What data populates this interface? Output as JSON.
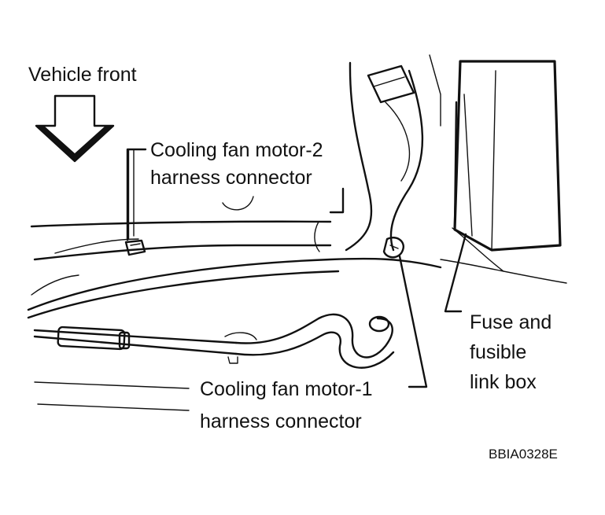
{
  "labels": {
    "vehicle_front": "Vehicle front",
    "motor2_line1": "Cooling fan motor-2",
    "motor2_line2": "harness connector",
    "motor1_line1": "Cooling fan motor-1",
    "motor1_line2": "harness connector",
    "fuse_line1": "Fuse and",
    "fuse_line2": "fusible",
    "fuse_line3": "link box"
  },
  "figure_code": "BBIA0328E"
}
